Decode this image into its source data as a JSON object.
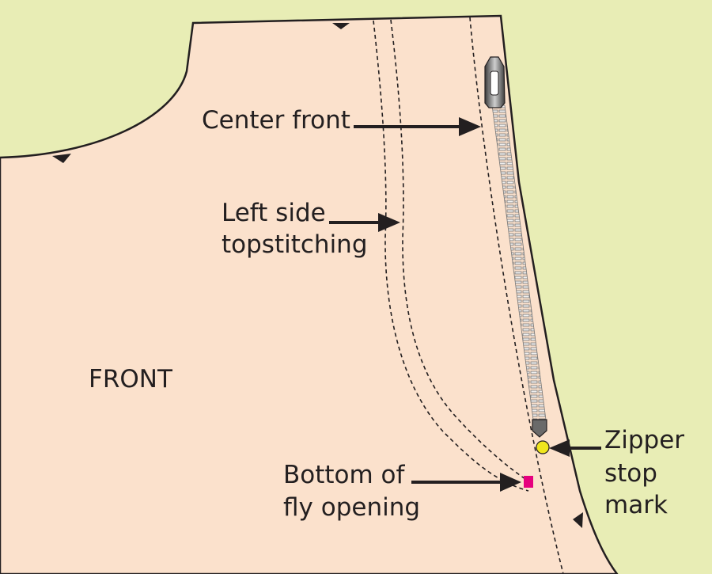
{
  "colors": {
    "background": "#e8edb5",
    "fabric": "#fbe1cc",
    "outline": "#231f20",
    "zipper_stop_mark": "#f0e61e",
    "fly_opening_mark": "#e6007e"
  },
  "labels": {
    "center_front": "Center front",
    "left_side_line1": "Left side",
    "left_side_line2": "topstitching",
    "front": "FRONT",
    "zipper_line1": "Zipper",
    "zipper_line2": "stop",
    "zipper_line3": "mark",
    "bottom_line1": "Bottom of",
    "bottom_line2": "fly opening"
  }
}
